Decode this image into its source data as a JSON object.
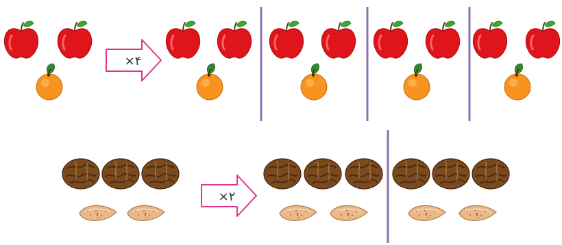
{
  "row1": {
    "multiplier_label": "×۴",
    "fruit_items": [
      "apple",
      "apple",
      "orange"
    ],
    "group_count": 4
  },
  "row2": {
    "multiplier_label": "×۲",
    "nut_items": [
      "walnut",
      "walnut",
      "walnut",
      "almond",
      "almond"
    ],
    "group_count": 2
  },
  "colors": {
    "apple_red": "#e0141b",
    "orange": "#f7931e",
    "leaf_green": "#39a935",
    "divider_purple": "#8b6fb0",
    "arrow_pink": "#e2338a",
    "walnut_brown": "#7a4a1f",
    "almond_tan": "#e9b98c"
  }
}
